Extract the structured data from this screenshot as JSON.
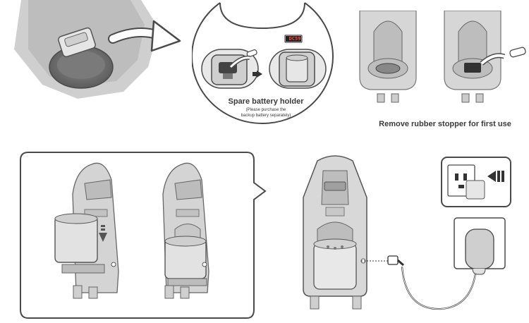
{
  "top_center": {
    "battery_badge": "DC59",
    "title": "Spare battery holder",
    "note_line1": "(Please purchase the",
    "note_line2": "backup battery separately)"
  },
  "top_right": {
    "caption": "Remove rubber stopper for first use"
  },
  "colors": {
    "dock_fill": "#d8d8d8",
    "dock_dark": "#a8a8a8",
    "outline": "#4a4a4a",
    "accent_red": "#c0392b"
  }
}
